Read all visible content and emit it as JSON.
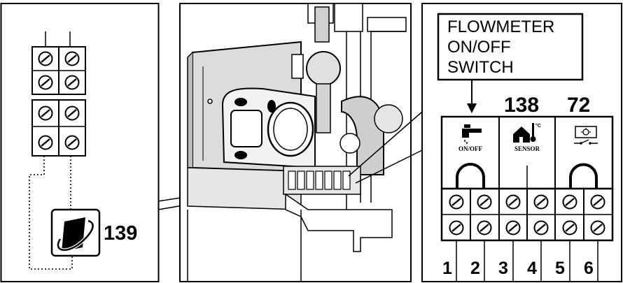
{
  "left_panel": {
    "component_number": "139",
    "icon": "flowmeter-sensor-icon"
  },
  "center_panel": {
    "illustration": "boiler-interior-photo-drawing"
  },
  "right_panel": {
    "callout_lines": [
      "FLOWMETER",
      "ON/OFF",
      "SWITCH"
    ],
    "group_numbers": {
      "sensor": "138",
      "thermostat": "72"
    },
    "groups": [
      {
        "icon": "tap-icon",
        "label": "ON/OFF"
      },
      {
        "icon": "house-thermometer-icon",
        "label": "SENSOR"
      },
      {
        "icon": "room-thermostat-icon",
        "label": ""
      }
    ],
    "terminal_numbers": [
      "1",
      "2",
      "3",
      "4",
      "5",
      "6"
    ]
  }
}
